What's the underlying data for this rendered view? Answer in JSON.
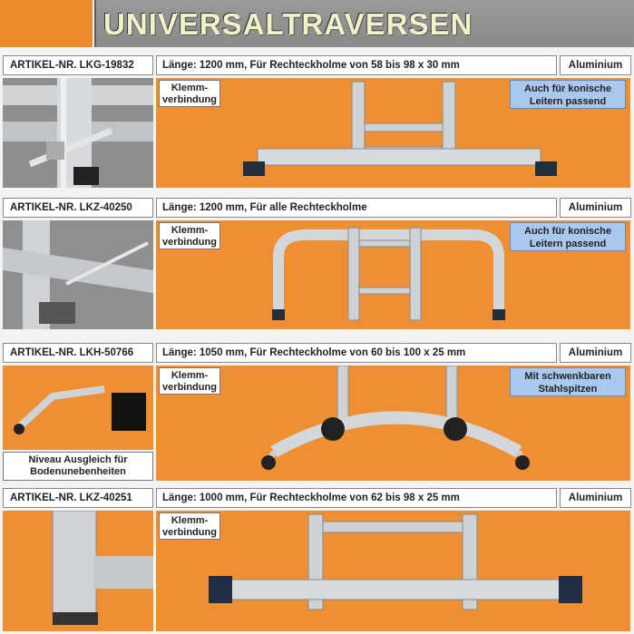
{
  "header": {
    "title": "UNIVERSALTRAVERSEN"
  },
  "products": [
    {
      "article": "ARTIKEL-NR. LKG-19832",
      "description": "Länge: 1200 mm, Für Rechteckholme von 58 bis 98 x 30 mm",
      "material": "Aluminium",
      "tag_line1": "Klemm-",
      "tag_line2": "verbindung",
      "note_line1": "Auch für konische",
      "note_line2": "Leitern passend"
    },
    {
      "article": "ARTIKEL-NR. LKZ-40250",
      "description": "Länge: 1200 mm, Für alle Rechteckholme",
      "material": "Aluminium",
      "tag_line1": "Klemm-",
      "tag_line2": "verbindung",
      "note_line1": "Auch für konische",
      "note_line2": "Leitern passend"
    },
    {
      "article": "ARTIKEL-NR. LKH-50766",
      "description": "Länge: 1050 mm, Für Rechteckholme von 60 bis 100 x 25 mm",
      "material": "Aluminium",
      "tag_line1": "Klemm-",
      "tag_line2": "verbindung",
      "note_line1": "Mit schwenkbaren",
      "note_line2": "Stahlspitzen",
      "sub_caption_line1": "Niveau Ausgleich für",
      "sub_caption_line2": "Bodenunebenheiten"
    },
    {
      "article": "ARTIKEL-NR. LKZ-40251",
      "description": "Länge: 1000 mm, Für Rechteckholme von 62 bis 98 x 25 mm",
      "material": "Aluminium",
      "tag_line1": "Klemm-",
      "tag_line2": "verbindung"
    }
  ]
}
